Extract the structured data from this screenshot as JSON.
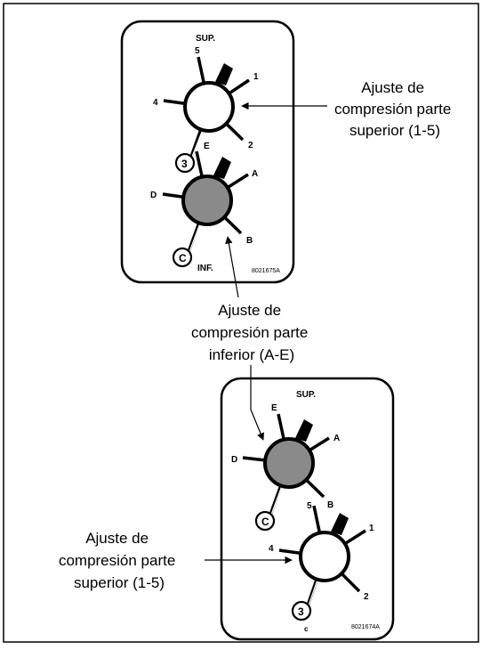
{
  "colors": {
    "ink": "#000000",
    "paper": "#ffffff",
    "lower_dial_fill": "#8a8a8a",
    "upper_dial_fill": "#ffffff"
  },
  "panel_top": {
    "sup_label": "SUP.",
    "inf_label": "INF.",
    "code": "8021675A",
    "upper_dial": {
      "positions": [
        "5",
        "1",
        "2",
        "3",
        "4"
      ],
      "selected": "3"
    },
    "lower_dial": {
      "positions": [
        "E",
        "A",
        "B",
        "C",
        "D"
      ],
      "selected": "C"
    }
  },
  "panel_bottom": {
    "sup_label": "SUP.",
    "code": "8021674A",
    "small_c": "c",
    "lower_dial": {
      "positions": [
        "E",
        "A",
        "B",
        "C",
        "D"
      ],
      "selected": "C"
    },
    "upper_dial": {
      "positions": [
        "5",
        "1",
        "2",
        "3",
        "4"
      ],
      "selected": "3"
    }
  },
  "callouts": {
    "upper_top": [
      "Ajuste de",
      "compresión parte",
      "superior (1-5)"
    ],
    "lower_middle": [
      "Ajuste de",
      "compresión parte",
      "inferior (A-E)"
    ],
    "upper_bottom": [
      "Ajuste de",
      "compresión parte",
      "superior (1-5)"
    ]
  }
}
